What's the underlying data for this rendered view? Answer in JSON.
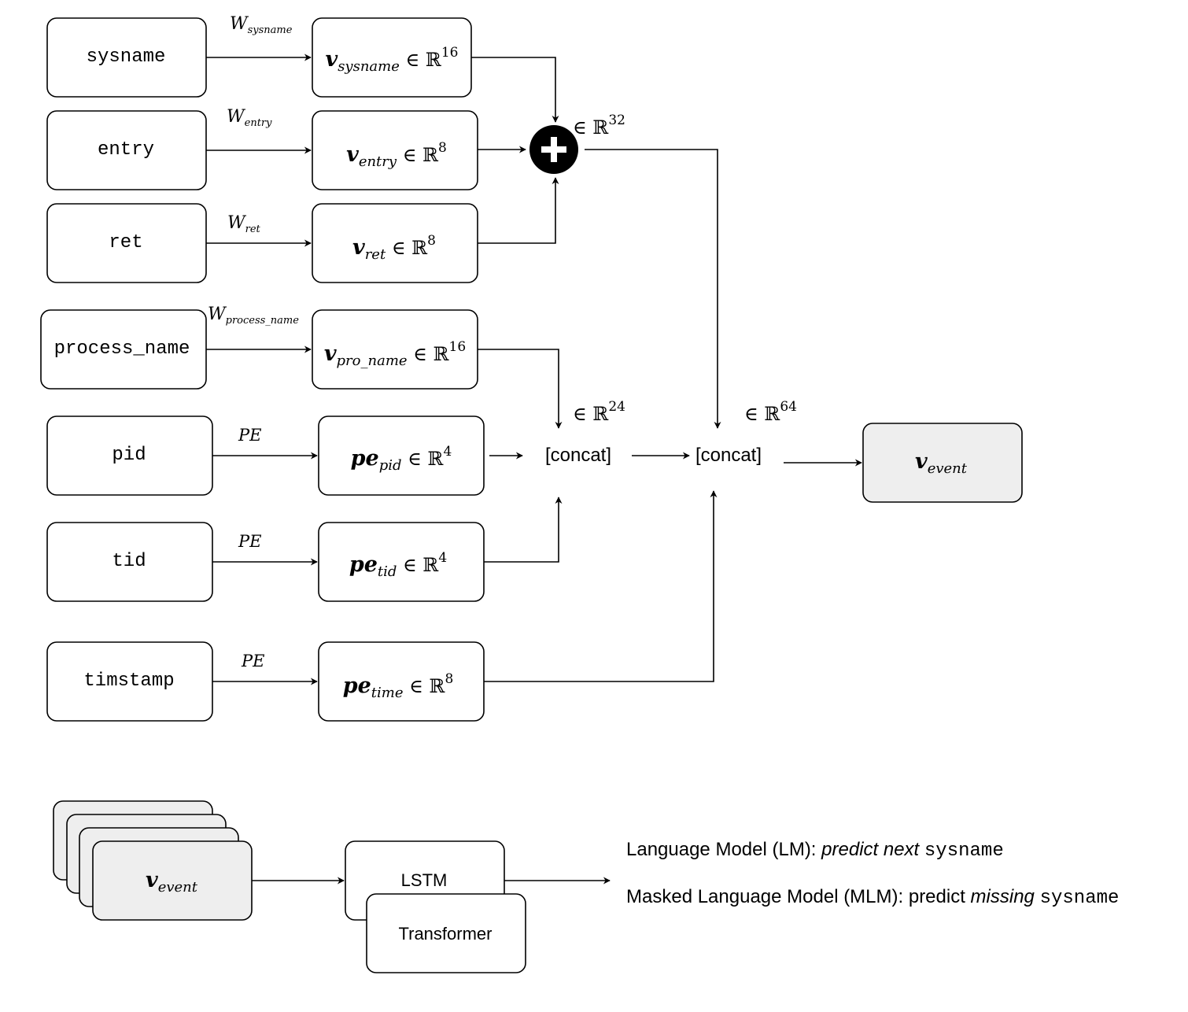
{
  "inputs": {
    "sysname": "sysname",
    "entry": "entry",
    "ret": "ret",
    "process_name": "process_name",
    "pid": "pid",
    "tid": "tid",
    "timestamp": "timstamp"
  },
  "weights": {
    "sysname": {
      "base": "W",
      "sub": "sysname"
    },
    "entry": {
      "base": "W",
      "sub": "entry"
    },
    "ret": {
      "base": "W",
      "sub": "ret"
    },
    "process_name": {
      "base": "W",
      "sub": "process_name"
    },
    "pid": "PE",
    "tid": "PE",
    "timestamp": "PE"
  },
  "vectors": {
    "sysname": {
      "base": "v",
      "sub": "sysname",
      "rel": " ∈ ℝ",
      "dim": "16"
    },
    "entry": {
      "base": "v",
      "sub": "entry",
      "rel": " ∈ ℝ",
      "dim": "8"
    },
    "ret": {
      "base": "v",
      "sub": "ret",
      "rel": " ∈ ℝ",
      "dim": "8"
    },
    "process_name": {
      "base": "v",
      "sub": "pro_name",
      "rel": " ∈ ℝ",
      "dim": "16"
    },
    "pid": {
      "base": "pe",
      "sub": "pid",
      "rel": " ∈ ℝ",
      "dim": "4"
    },
    "tid": {
      "base": "pe",
      "sub": "tid",
      "rel": " ∈ ℝ",
      "dim": "4"
    },
    "timestamp": {
      "base": "pe",
      "sub": "time",
      "rel": " ∈ ℝ",
      "dim": "8"
    }
  },
  "ops": {
    "sum_dim": {
      "rel": "∈ ℝ",
      "dim": "32"
    },
    "concat_1": "[concat]",
    "concat_1_dim": {
      "rel": "∈ ℝ",
      "dim": "24"
    },
    "concat_2": "[concat]",
    "concat_2_dim": {
      "rel": "∈ ℝ",
      "dim": "64"
    }
  },
  "output": {
    "base": "v",
    "sub": "event"
  },
  "bottom": {
    "stack_label": {
      "base": "v",
      "sub": "event"
    },
    "lstm": "LSTM",
    "transformer": "Transformer",
    "lm": {
      "prefix": "Language Model (LM): ",
      "italic": "predict next",
      "space": " ",
      "code": "sysname"
    },
    "mlm": {
      "prefix": "Masked Language Model (MLM): predict ",
      "italic": "missing",
      "space": " ",
      "code": "sysname"
    }
  }
}
